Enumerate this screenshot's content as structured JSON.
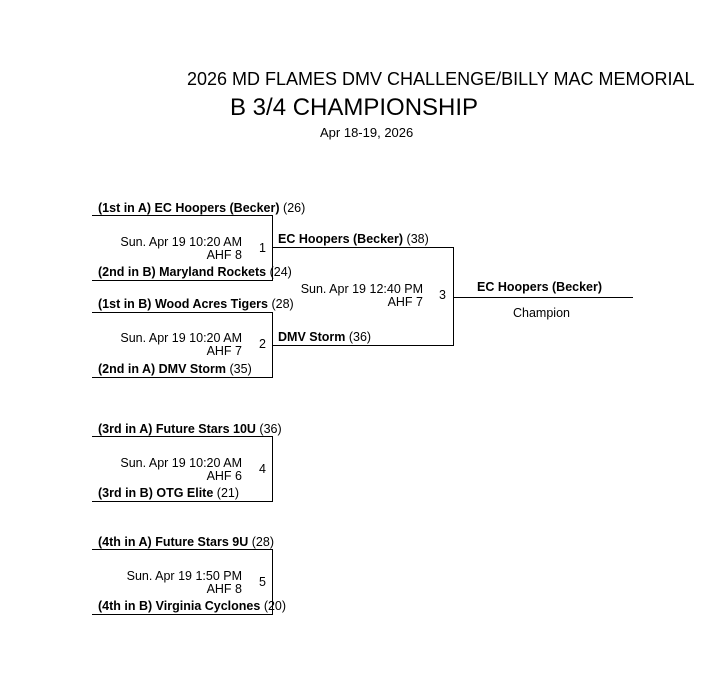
{
  "header": {
    "title": "2026 MD FLAMES DMV CHALLENGE/BILLY MAC MEMORIAL",
    "subtitle": "B 3/4 CHAMPIONSHIP",
    "dates": "Apr 18-19, 2026"
  },
  "games": [
    {
      "number": "1",
      "time": "Sun. Apr 19 10:20 AM",
      "court": "AHF 8",
      "top": {
        "seed": "(1st in A)",
        "name": "EC Hoopers (Becker)",
        "score": "(26)"
      },
      "bottom": {
        "seed": "(2nd in B)",
        "name": "Maryland Rockets",
        "score": "(24)"
      }
    },
    {
      "number": "2",
      "time": "Sun. Apr 19 10:20 AM",
      "court": "AHF 7",
      "top": {
        "seed": "(1st in B)",
        "name": "Wood Acres Tigers",
        "score": "(28)"
      },
      "bottom": {
        "seed": "(2nd in A)",
        "name": "DMV Storm",
        "score": "(35)"
      }
    },
    {
      "number": "3",
      "time": "Sun. Apr 19 12:40 PM",
      "court": "AHF 7",
      "top": {
        "name": "EC Hoopers (Becker)",
        "score": "(38)"
      },
      "bottom": {
        "name": "DMV Storm",
        "score": "(36)"
      }
    },
    {
      "number": "4",
      "time": "Sun. Apr 19 10:20 AM",
      "court": "AHF 6",
      "top": {
        "seed": "(3rd in A)",
        "name": "Future Stars 10U",
        "score": "(36)"
      },
      "bottom": {
        "seed": "(3rd in B)",
        "name": "OTG Elite",
        "score": "(21)"
      }
    },
    {
      "number": "5",
      "time": "Sun. Apr 19 1:50 PM",
      "court": "AHF 8",
      "top": {
        "seed": "(4th in A)",
        "name": "Future Stars 9U",
        "score": "(28)"
      },
      "bottom": {
        "seed": "(4th in B)",
        "name": "Virginia Cyclones",
        "score": "(20)"
      }
    }
  ],
  "champion": {
    "name": "EC Hoopers (Becker)",
    "label": "Champion"
  }
}
